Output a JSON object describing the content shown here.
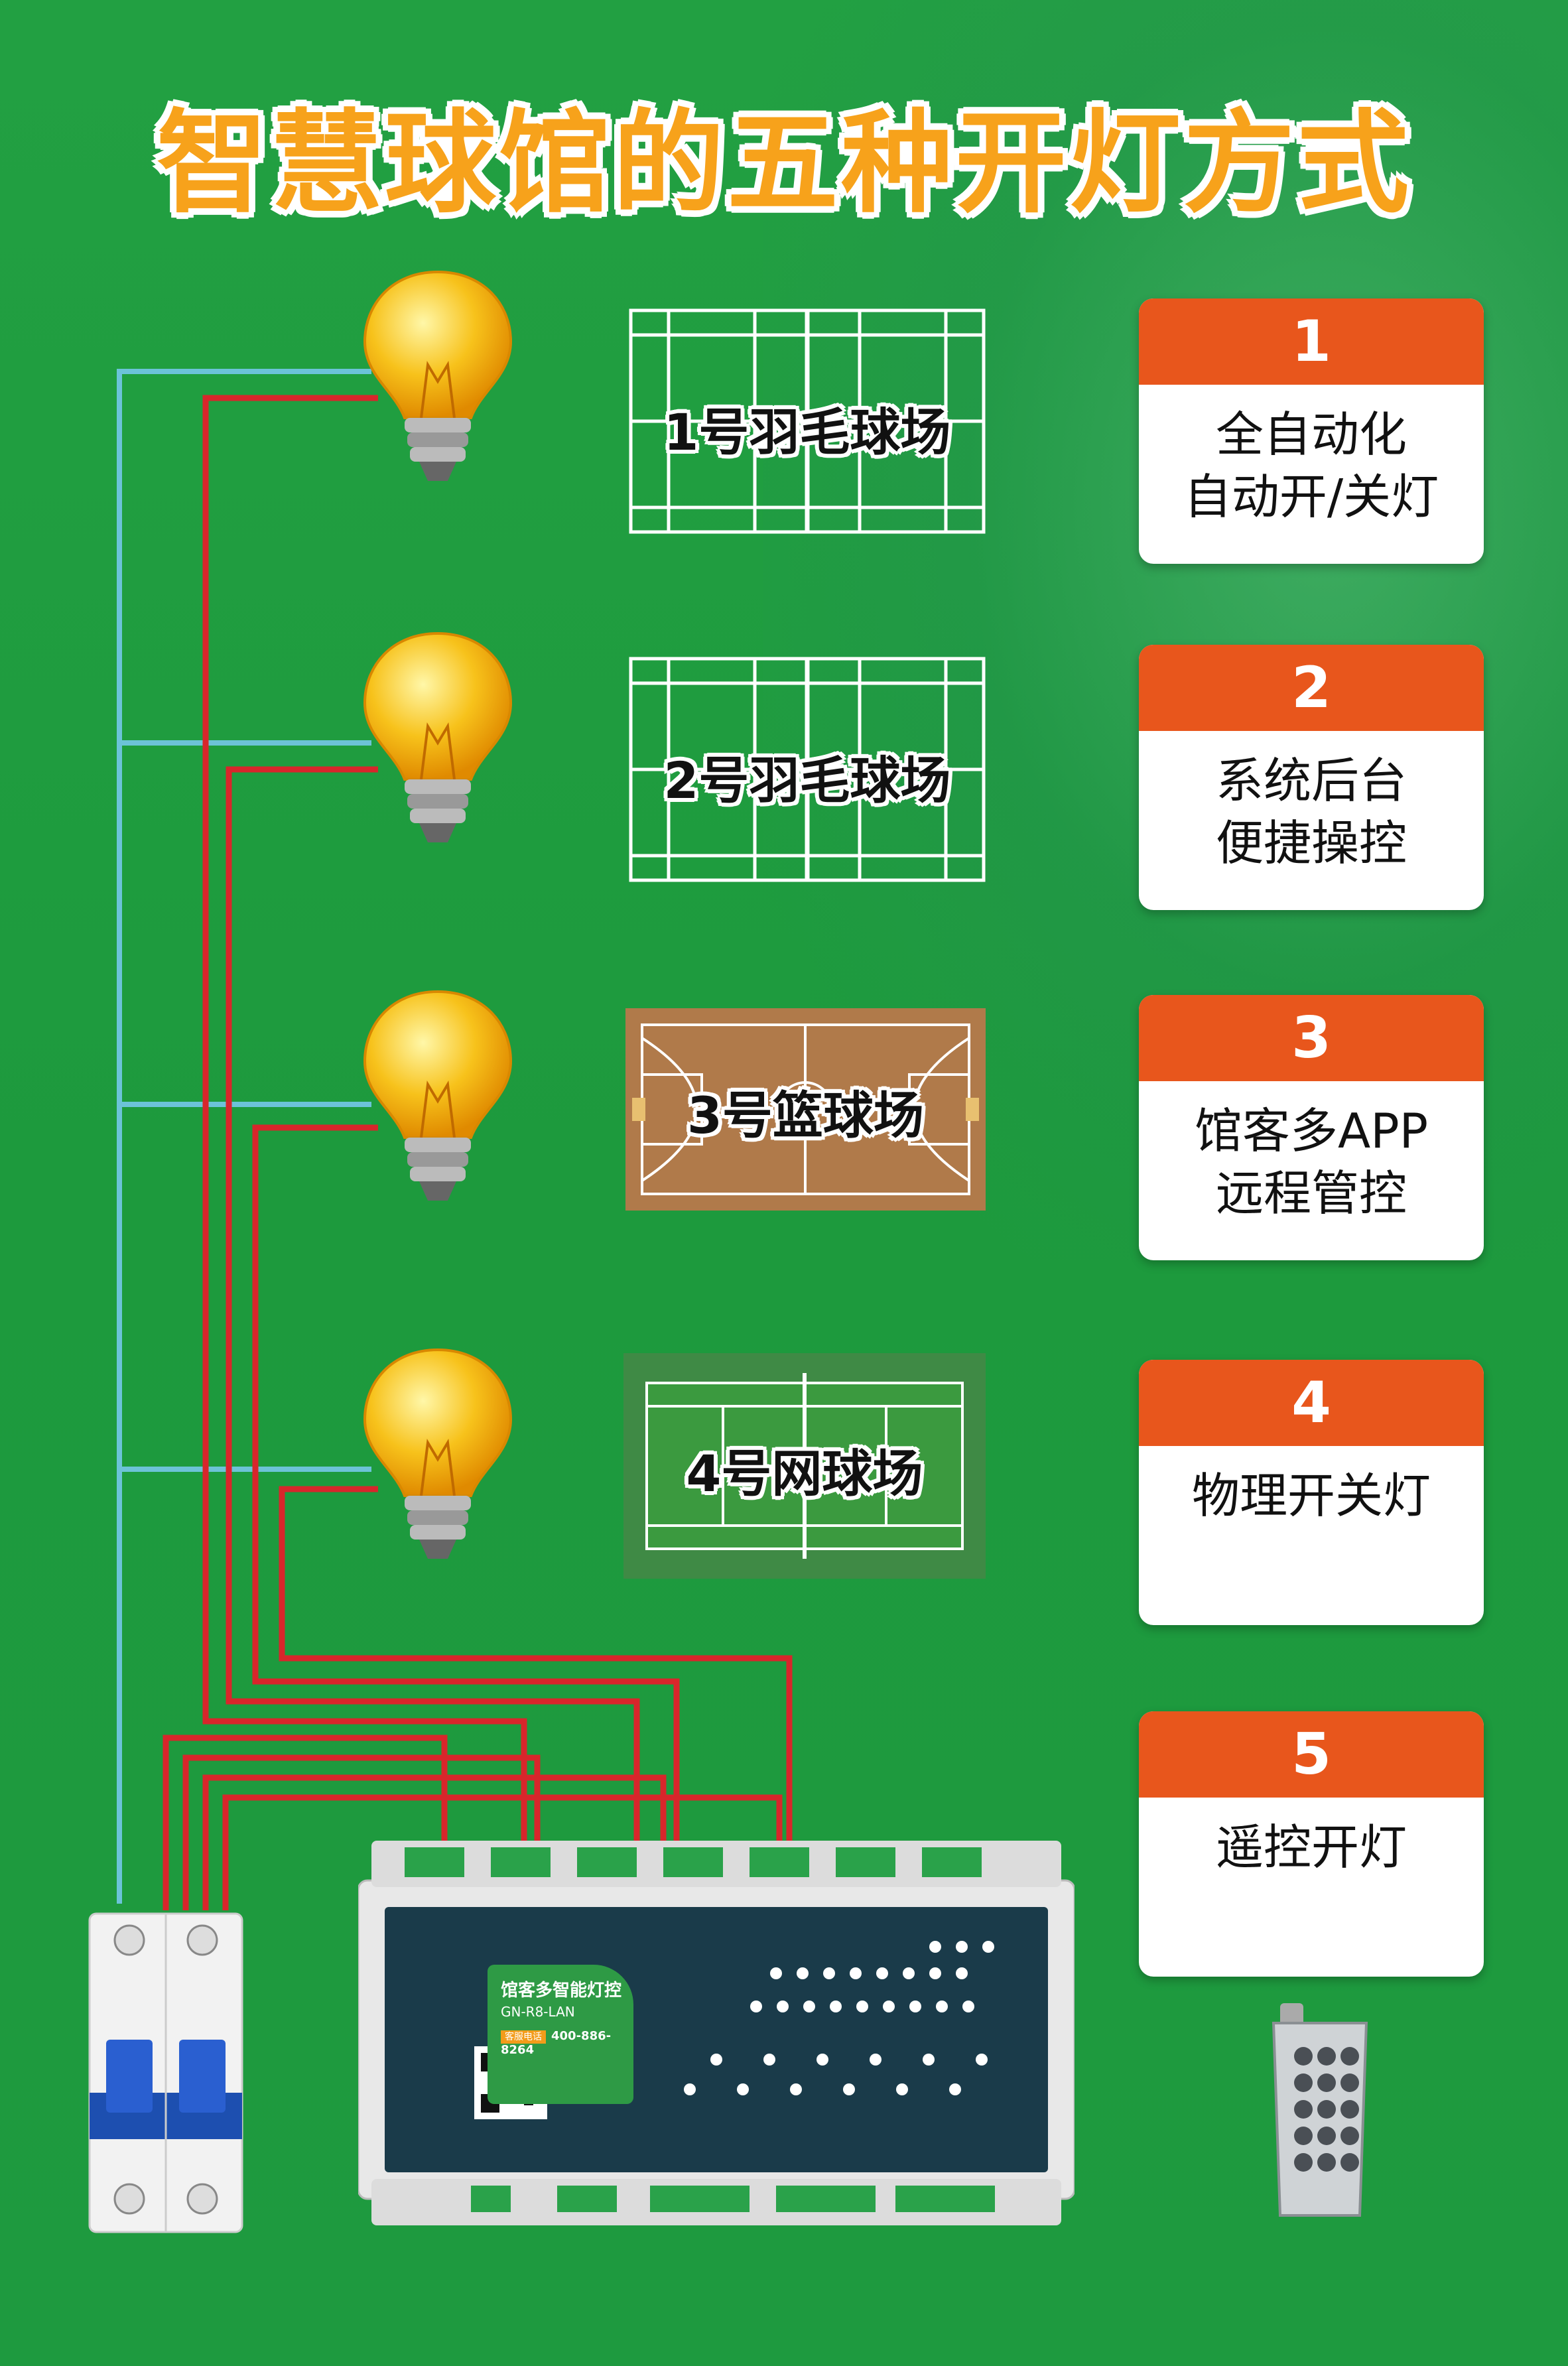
{
  "title": "智慧球馆的五种开灯方式",
  "courts": [
    {
      "label": "1号羽毛球场",
      "type": "badminton"
    },
    {
      "label": "2号羽毛球场",
      "type": "badminton"
    },
    {
      "label": "3号篮球场",
      "type": "basketball"
    },
    {
      "label": "4号网球场",
      "type": "tennis"
    }
  ],
  "methods": [
    {
      "number": "1",
      "text": "全自动化\n自动开/关灯"
    },
    {
      "number": "2",
      "text": "系统后台\n便捷操控"
    },
    {
      "number": "3",
      "text": "馆客多APP\n远程管控"
    },
    {
      "number": "4",
      "text": "物理开关灯"
    },
    {
      "number": "5",
      "text": "遥控开灯"
    }
  ],
  "controller": {
    "brand": "馆客多智能灯控",
    "model": "GN-R8-LAN",
    "hotline_badge": "客服电话",
    "phone": "400-886-8264"
  },
  "colors": {
    "background": "#1e9a3f",
    "title": "#f7a21b",
    "card_header": "#e8561c",
    "wire_red": "#d8262b",
    "wire_blue": "#6cc3d8"
  },
  "icons": [
    "light-bulb-icon",
    "circuit-breaker-icon",
    "remote-control-icon",
    "qr-code-icon"
  ]
}
